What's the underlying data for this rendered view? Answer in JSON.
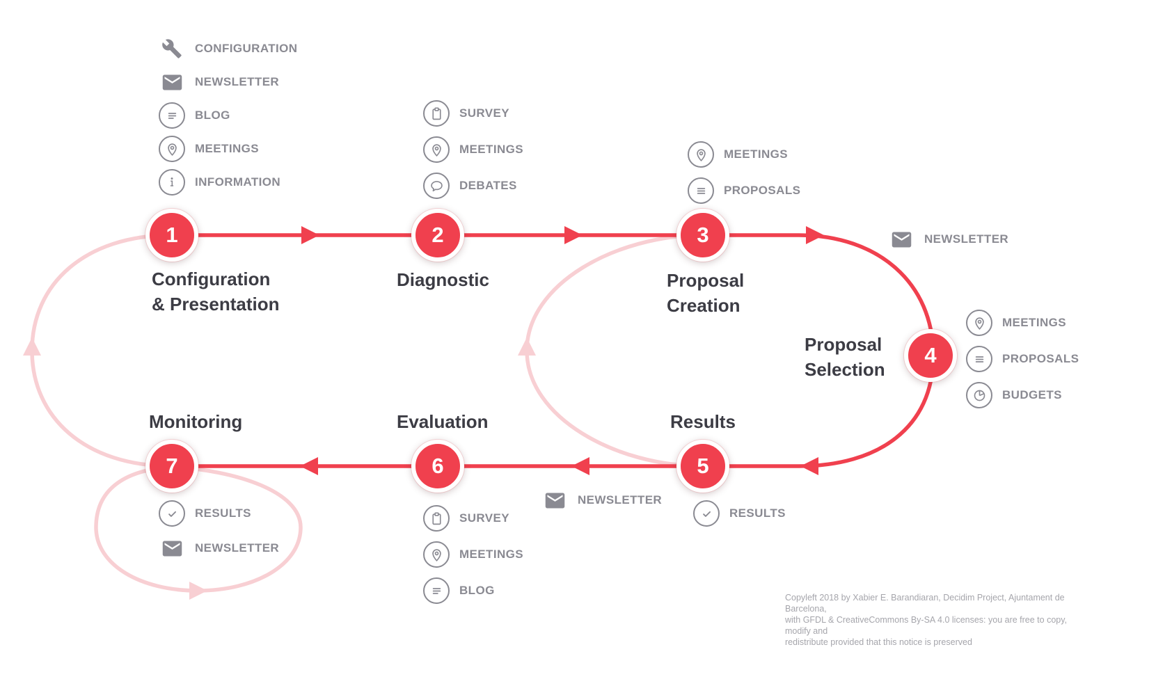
{
  "colors": {
    "accent": "#f0404e",
    "faded_loop": "#f8cfd3",
    "icon_gray": "#8a8a92",
    "title_gray": "#3c3c44",
    "footer_gray": "#a5a5ab"
  },
  "phases": [
    {
      "number": "1",
      "title_line1": "Configuration",
      "title_line2": "& Presentation",
      "items": [
        {
          "icon": "wrench-icon",
          "label": "CONFIGURATION"
        },
        {
          "icon": "envelope-icon",
          "label": "NEWSLETTER"
        },
        {
          "icon": "blog-icon",
          "label": "BLOG"
        },
        {
          "icon": "map-pin-icon",
          "label": "MEETINGS"
        },
        {
          "icon": "info-icon",
          "label": "INFORMATION"
        }
      ]
    },
    {
      "number": "2",
      "title_line1": "Diagnostic",
      "title_line2": "",
      "items": [
        {
          "icon": "survey-icon",
          "label": "SURVEY"
        },
        {
          "icon": "map-pin-icon",
          "label": "MEETINGS"
        },
        {
          "icon": "debates-icon",
          "label": "DEBATES"
        }
      ]
    },
    {
      "number": "3",
      "title_line1": "Proposal",
      "title_line2": "Creation",
      "items": [
        {
          "icon": "map-pin-icon",
          "label": "MEETINGS"
        },
        {
          "icon": "proposals-icon",
          "label": "PROPOSALS"
        }
      ]
    },
    {
      "number": "4",
      "title_line1": "Proposal",
      "title_line2": "Selection",
      "items": [
        {
          "icon": "map-pin-icon",
          "label": "MEETINGS"
        },
        {
          "icon": "proposals-icon",
          "label": "PROPOSALS"
        },
        {
          "icon": "budgets-icon",
          "label": "BUDGETS"
        }
      ]
    },
    {
      "number": "5",
      "title_line1": "Results",
      "title_line2": "",
      "items": [
        {
          "icon": "check-icon",
          "label": "RESULTS"
        }
      ]
    },
    {
      "number": "6",
      "title_line1": "Evaluation",
      "title_line2": "",
      "items": [
        {
          "icon": "survey-icon",
          "label": "SURVEY"
        },
        {
          "icon": "map-pin-icon",
          "label": "MEETINGS"
        },
        {
          "icon": "blog-icon",
          "label": "BLOG"
        }
      ]
    },
    {
      "number": "7",
      "title_line1": "Monitoring",
      "title_line2": "",
      "items": [
        {
          "icon": "check-icon",
          "label": "RESULTS"
        },
        {
          "icon": "envelope-icon",
          "label": "NEWSLETTER"
        }
      ]
    }
  ],
  "newsletters": {
    "after_phase_3": "NEWSLETTER",
    "after_phase_5": "NEWSLETTER"
  },
  "footer": {
    "line1": "Copyleft 2018 by Xabier E. Barandiaran, Decidim Project, Ajuntament de Barcelona,",
    "line2": "with GFDL & CreativeCommons By-SA 4.0 licenses: you are free to copy, modify and",
    "line3": "redistribute provided that this notice is preserved"
  }
}
